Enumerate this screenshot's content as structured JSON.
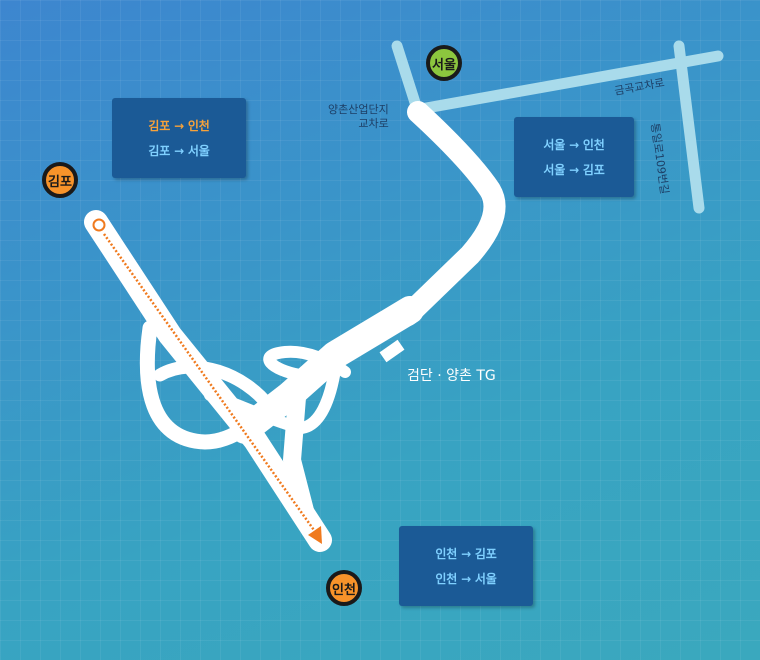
{
  "markers": {
    "gimpo": "김포",
    "seoul": "서울",
    "incheon": "인천"
  },
  "direction_boxes": {
    "gimpo": [
      "김포 → 인천",
      "김포 → 서울"
    ],
    "seoul": [
      "서울 → 인천",
      "서울 → 김포"
    ],
    "incheon": [
      "인천 → 김포",
      "인천 → 서울"
    ]
  },
  "road_labels": {
    "interchange_line1": "양촌산업단지",
    "interchange_line2": "교차로",
    "geumgok": "금곡교차로",
    "tonghwa": "통일로109번길"
  },
  "toll_gate": "검단 · 양촌 TG",
  "colors": {
    "route_highlight": "#f07a1e",
    "active_direction": "#f7a23a",
    "direction_text": "#7fd0ff",
    "marker_orange": "#f7932a",
    "marker_green": "#8cc63e",
    "box_bg": "#1b5a96"
  }
}
